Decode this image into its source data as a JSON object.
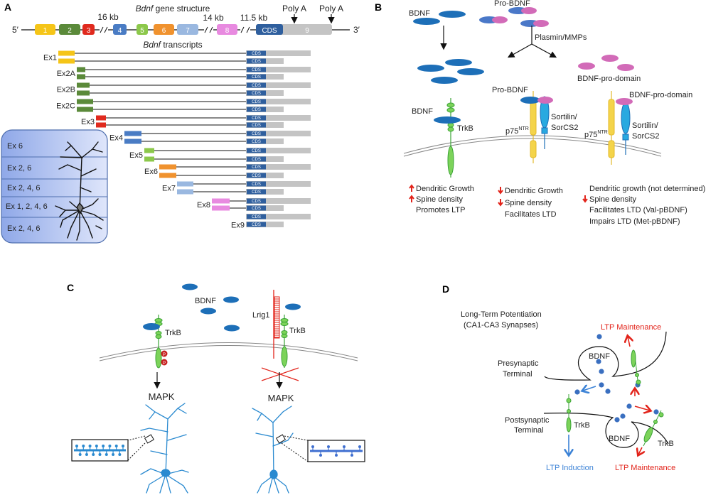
{
  "colors": {
    "ex1": "#f5c518",
    "ex2": "#5b8a3a",
    "ex3": "#e02a1e",
    "ex4": "#4a7cc4",
    "ex5": "#8cc84b",
    "ex6": "#f0922e",
    "ex7": "#9ab8e0",
    "ex8": "#e88ae0",
    "cds": "#2f5f9e",
    "utr": "#c4c4c4",
    "bdnf": "#1d6fb8",
    "prodomain": "#d26bb8",
    "trkb": "#7cd35a",
    "p75": "#f4d44a",
    "sortilin": "#29a9e0",
    "red": "#e2231a",
    "blue": "#3b82d6",
    "neuron": "#2a8ad0"
  },
  "panelA": {
    "label": "A",
    "gene_title_italic": "Bdnf",
    "gene_title_rest": " gene structure",
    "five_prime": "5′",
    "three_prime": "3′",
    "gap1": "16 kb",
    "gap2": "14 kb",
    "gap3": "11.5 kb",
    "polyA1": "Poly A",
    "polyA2": "Poly A",
    "exons": [
      "1",
      "2",
      "3",
      "4",
      "5",
      "6",
      "7",
      "8"
    ],
    "cds": "CDS",
    "exon9": "9",
    "transcripts_title_italic": "Bdnf",
    "transcripts_title_rest": " transcripts",
    "transcripts": [
      "Ex1",
      "Ex2A",
      "Ex2B",
      "Ex2C",
      "Ex3",
      "Ex4",
      "Ex5",
      "Ex6",
      "Ex7",
      "Ex8",
      "Ex9"
    ],
    "cds_small": "CDS",
    "inset_layers": [
      "Ex 6",
      "Ex 2, 6",
      "Ex 2, 4, 6",
      "Ex 1, 2, 4, 6",
      "Ex 2, 4, 6"
    ]
  },
  "panelB": {
    "label": "B",
    "bdnf": "BDNF",
    "pro_bdnf": "Pro-BDNF",
    "plasmin": "Plasmin/MMPs",
    "pro_domain": "BDNF-pro-domain",
    "bdnf2": "BDNF",
    "trkb": "TrkB",
    "pro_bdnf2": "Pro-BDNF",
    "sortilin1": "Sortilin/",
    "sorcs1": "SorCS2",
    "p75": "p75",
    "ntr": "NTR",
    "pro_domain2": "BDNF-pro-domain",
    "sortilin2": "Sortilin/",
    "sorcs2": "SorCS2",
    "col1": [
      "Dendritic Growth",
      "Spine density",
      "Promotes LTP"
    ],
    "col2": [
      "Dendritic Growth",
      "Spine density",
      "Facilitates LTD"
    ],
    "col3": [
      "Dendritic growth (not determined)",
      "Spine density",
      "Facilitates LTD (Val-pBDNF)",
      "Impairs LTD (Met-pBDNF)"
    ]
  },
  "panelC": {
    "label": "C",
    "bdnf": "BDNF",
    "trkb_left": "TrkB",
    "trkb_right": "TrkB",
    "lrig1": "Lrig1",
    "p": "P",
    "mapk_left": "MAPK",
    "mapk_right": "MAPK"
  },
  "panelD": {
    "label": "D",
    "title1": "Long-Term Potentiation",
    "title2": "(CA1-CA3 Synapses)",
    "ltp_maint_top": "LTP Maintenance",
    "pre1": "Presynaptic",
    "pre2": "Terminal",
    "post1": "Postsynaptic",
    "post2": "Terminal",
    "bdnf_pre": "BDNF",
    "bdnf_post": "BDNF",
    "trkb_left": "TrkB",
    "trkb_right": "TrkB",
    "ltp_induction": "LTP Induction",
    "ltp_maint_bottom": "LTP Maintenance"
  }
}
